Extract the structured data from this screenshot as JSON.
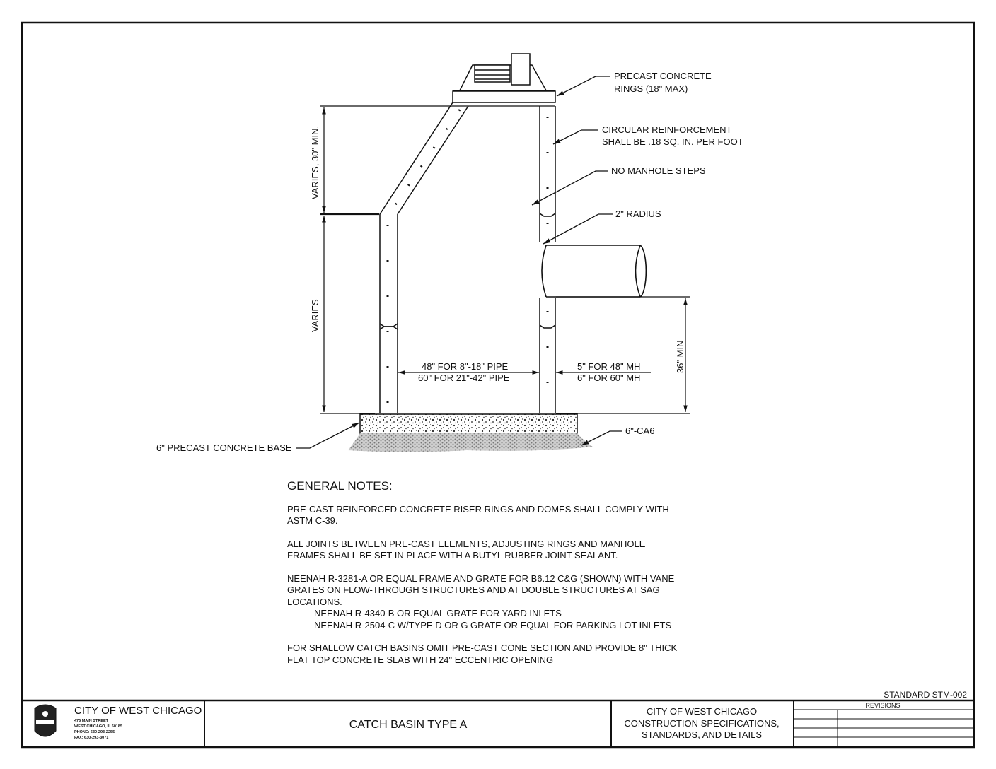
{
  "labels": {
    "precast_rings": [
      "PRECAST CONCRETE",
      "RINGS (18\" MAX)"
    ],
    "circular_reinf": [
      "CIRCULAR REINFORCEMENT",
      "SHALL BE .18 SQ. IN. PER FOOT"
    ],
    "no_steps": "NO MANHOLE STEPS",
    "radius": "2\" RADIUS",
    "base": "6\" PRECAST CONCRETE BASE",
    "ca6": "6\"-CA6",
    "varies_30": "VARIES, 30\" MIN.",
    "varies": "VARIES",
    "min_36": "36\" MIN",
    "dia_line1": "48\" FOR 8\"-18\" PIPE",
    "dia_line2": "60\" FOR 21\"-42\" PIPE",
    "wall_line1": "5\" FOR 48\" MH",
    "wall_line2": "6\" FOR 60\" MH"
  },
  "notes": {
    "heading": "GENERAL NOTES:",
    "n1": "PRE-CAST REINFORCED CONCRETE RISER RINGS AND DOMES SHALL COMPLY WITH\nASTM C-39.",
    "n2": "ALL JOINTS BETWEEN PRE-CAST ELEMENTS, ADJUSTING RINGS AND MANHOLE\nFRAMES SHALL BE SET IN PLACE WITH A BUTYL RUBBER JOINT SEALANT.",
    "n3": "NEENAH R-3281-A OR EQUAL FRAME AND GRATE FOR B6.12 C&G (SHOWN) WITH VANE\nGRATES ON FLOW-THROUGH STRUCTURES AND AT DOUBLE STRUCTURES AT SAG\nLOCATIONS.",
    "n3a": "NEENAH R-4340-B OR EQUAL GRATE FOR YARD INLETS",
    "n3b": "NEENAH R-2504-C W/TYPE D OR G GRATE OR EQUAL FOR PARKING LOT INLETS",
    "n4": "FOR SHALLOW CATCH BASINS OMIT PRE-CAST CONE SECTION AND PROVIDE 8\" THICK\nFLAT TOP CONCRETE SLAB WITH 24\" ECCENTRIC OPENING"
  },
  "title_block": {
    "standard": "STANDARD STM-002",
    "city": "CITY OF WEST CHICAGO",
    "address1": "475 MAIN STREET",
    "address2": "WEST CHICAGO, IL 60185",
    "phone": "PHONE: 630-293-2255",
    "fax": "FAX: 630-293-3071",
    "title": "CATCH BASIN TYPE A",
    "spec1": "CITY OF WEST CHICAGO",
    "spec2": "CONSTRUCTION SPECIFICATIONS,",
    "spec3": "STANDARDS, AND DETAILS",
    "revisions": "REVISIONS"
  }
}
